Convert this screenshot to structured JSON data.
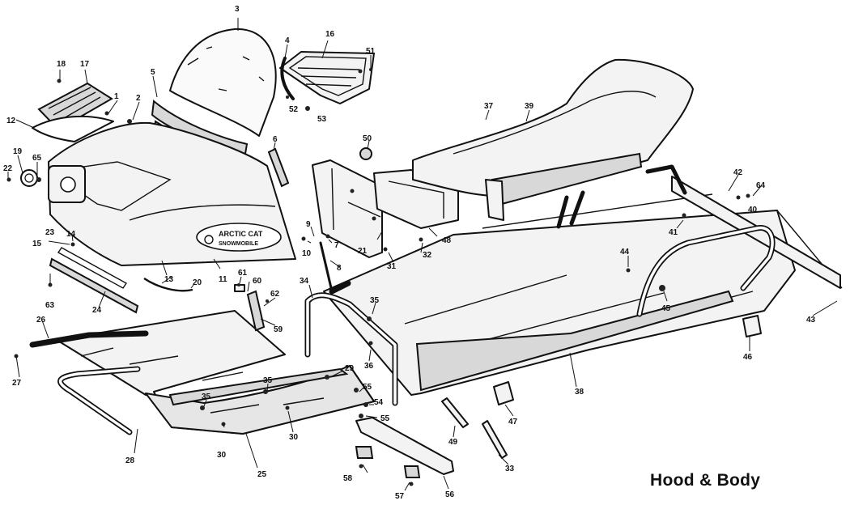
{
  "title": "Hood & Body",
  "hood_logo_line1": "ARCTIC CAT",
  "hood_logo_line2": "SNOWMOBILE",
  "callouts": {
    "c1": "1",
    "c2": "2",
    "c3": "3",
    "c4": "4",
    "c5": "5",
    "c6": "6",
    "c7": "7",
    "c8": "8",
    "c9": "9",
    "c10": "10",
    "c11": "11",
    "c12": "12",
    "c13": "13",
    "c14": "14",
    "c15": "15",
    "c16": "16",
    "c17": "17",
    "c18": "18",
    "c19": "19",
    "c20": "20",
    "c21": "21",
    "c22": "22",
    "c23": "23",
    "c24": "24",
    "c25": "25",
    "c26": "26",
    "c27": "27",
    "c28": "28",
    "c29": "29",
    "c30a": "30",
    "c30b": "30",
    "c31": "31",
    "c32": "32",
    "c33": "33",
    "c34": "34",
    "c35a": "35",
    "c35b": "35",
    "c35c": "35",
    "c36": "36",
    "c37": "37",
    "c38": "38",
    "c39": "39",
    "c40": "40",
    "c41": "41",
    "c42": "42",
    "c43": "43",
    "c44": "44",
    "c45": "45",
    "c46": "46",
    "c47": "47",
    "c48": "48",
    "c49": "49",
    "c50": "50",
    "c51": "51",
    "c52": "52",
    "c53": "53",
    "c54": "54",
    "c55a": "55",
    "c55b": "55",
    "c56": "56",
    "c57": "57",
    "c58": "58",
    "c59": "59",
    "c60": "60",
    "c61": "61",
    "c62": "62",
    "c63": "63",
    "c64": "64",
    "c65": "65"
  }
}
